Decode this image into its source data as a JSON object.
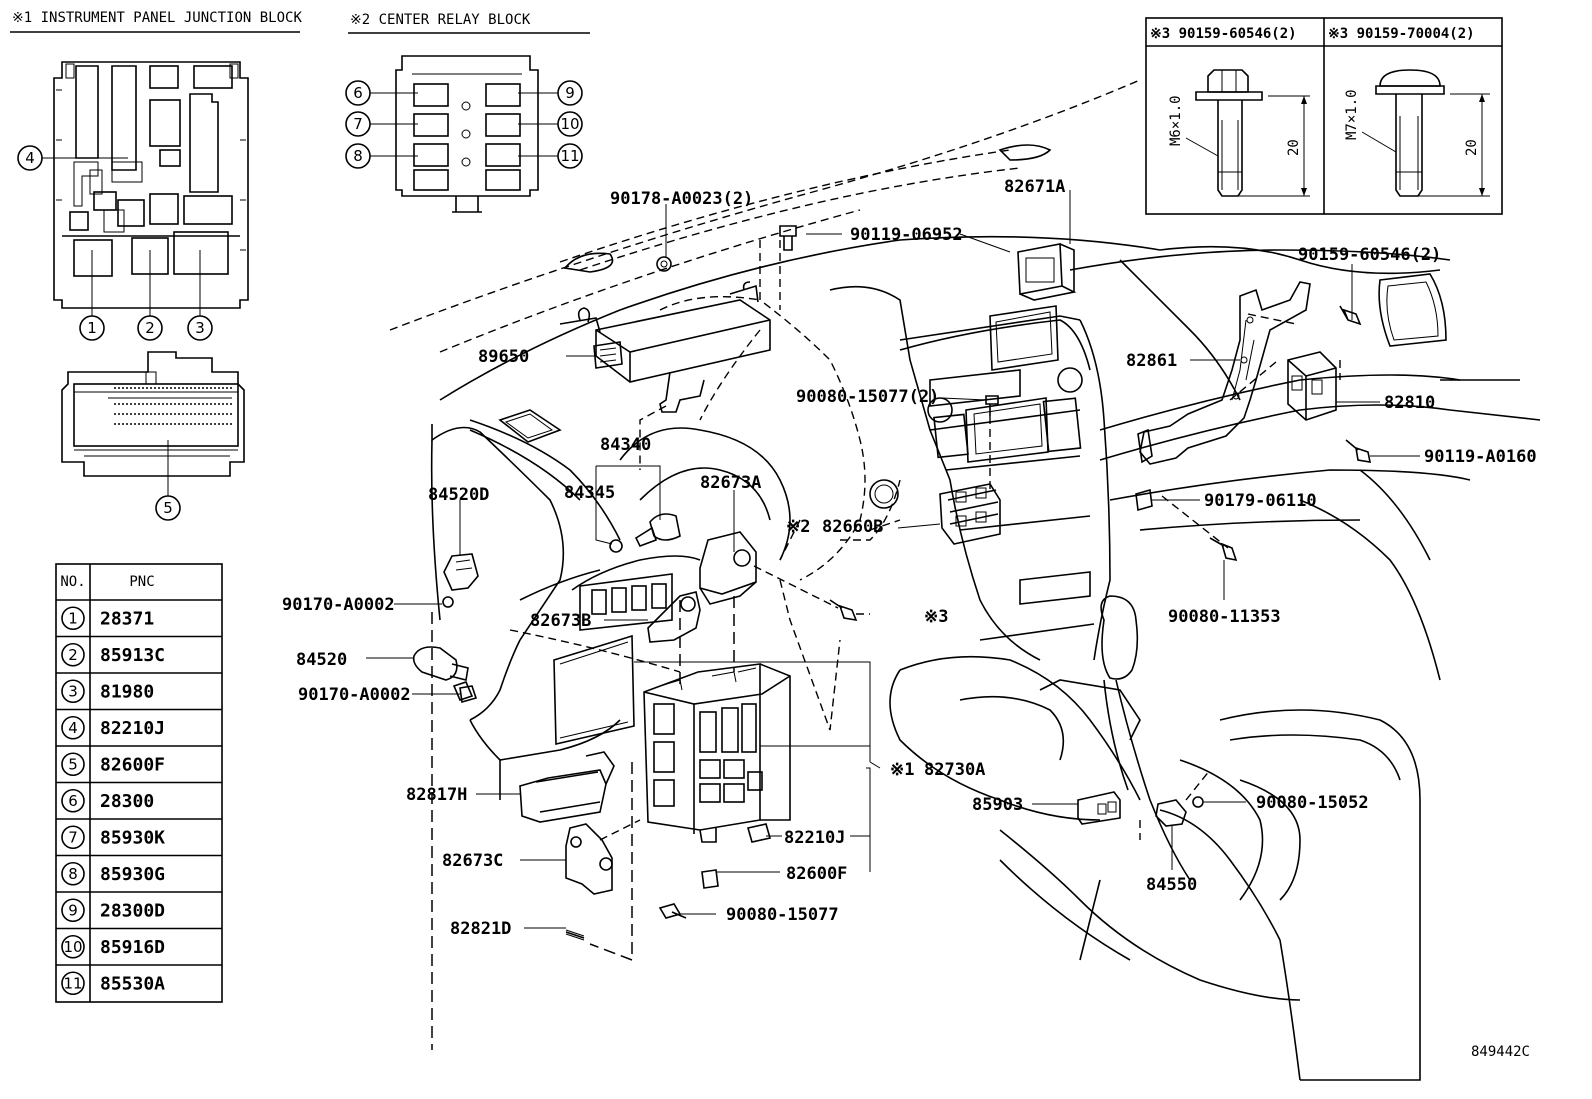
{
  "headers": {
    "panel1": "※1 INSTRUMENT PANEL JUNCTION BLOCK",
    "panel2": "※2 CENTER RELAY BLOCK"
  },
  "bolt_box": {
    "col1_header": "※3 90159-60546(2)",
    "col2_header": "※3 90159-70004(2)",
    "col1_thread": "M6×1.0",
    "col2_thread": "M7×1.0",
    "col1_length": "20",
    "col2_length": "20"
  },
  "table": {
    "col_no": "NO.",
    "col_pnc": "PNC",
    "rows": [
      {
        "no": "1",
        "pnc": "28371"
      },
      {
        "no": "2",
        "pnc": "85913C"
      },
      {
        "no": "3",
        "pnc": "81980"
      },
      {
        "no": "4",
        "pnc": "82210J"
      },
      {
        "no": "5",
        "pnc": "82600F"
      },
      {
        "no": "6",
        "pnc": "28300"
      },
      {
        "no": "7",
        "pnc": "85930K"
      },
      {
        "no": "8",
        "pnc": "85930G"
      },
      {
        "no": "9",
        "pnc": "28300D"
      },
      {
        "no": "10",
        "pnc": "85916D"
      },
      {
        "no": "11",
        "pnc": "85530A"
      }
    ]
  },
  "callouts": {
    "n1": "1",
    "n2": "2",
    "n3": "3",
    "n4": "4",
    "n5": "5",
    "n6": "6",
    "n7": "7",
    "n8": "8",
    "n9": "9",
    "n10": "10",
    "n11": "11"
  },
  "labels": {
    "p90178": "90178-A0023(2)",
    "p90119_06952": "90119-06952",
    "p82671A": "82671A",
    "p89650": "89650",
    "p90080_15077_2": "90080-15077(2)",
    "p84340": "84340",
    "p84345": "84345",
    "p82673A": "82673A",
    "p84520D": "84520D",
    "p82660B_mark": "※2",
    "p82660B": "82660B",
    "p90170_a": "90170-A0002",
    "p82673B": "82673B",
    "p_mark3": "※3",
    "p84520": "84520",
    "p90170_b": "90170-A0002",
    "p82730A_mark": "※1",
    "p82730A": "82730A",
    "p82817H": "82817H",
    "p82210J": "82210J",
    "p82673C": "82673C",
    "p82600F": "82600F",
    "p90080_15077": "90080-15077",
    "p82821D": "82821D",
    "p85903": "85903",
    "p90080_15052": "90080-15052",
    "p84550": "84550",
    "p90159_60546": "90159-60546(2)",
    "p82861": "82861",
    "p82810": "82810",
    "p90119_A0160": "90119-A0160",
    "p90179_06110": "90179-06110",
    "p90080_11353": "90080-11353"
  },
  "footer": {
    "code": "849442C"
  }
}
